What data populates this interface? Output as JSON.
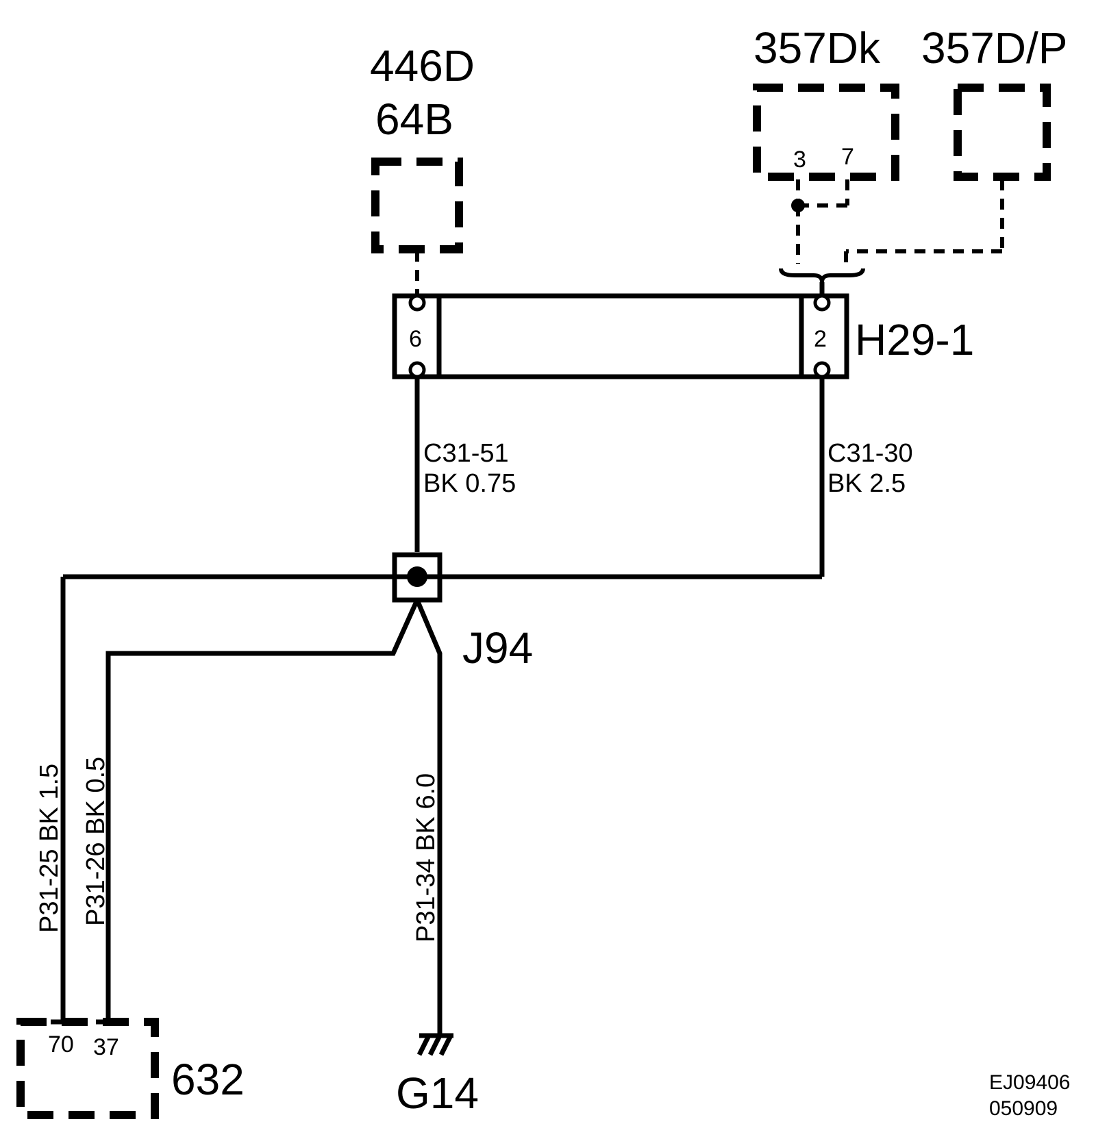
{
  "components": {
    "c446": {
      "line1": "446D",
      "line2": "64B"
    },
    "c357dk": {
      "label": "357Dk",
      "pin_a": "3",
      "pin_b": "7"
    },
    "c357dp": {
      "label": "357D/P"
    },
    "h29": {
      "label": "H29-1",
      "pin_left": "6",
      "pin_right": "2"
    },
    "j94": {
      "label": "J94"
    },
    "c632": {
      "label": "632",
      "pin_a": "70",
      "pin_b": "37"
    },
    "g14": {
      "label": "G14"
    }
  },
  "wires": {
    "left_circuit": "C31-51",
    "left_spec": "BK 0.75",
    "right_circuit": "C31-30",
    "right_spec": "BK 2.5",
    "p3125": "P31-25  BK  1.5",
    "p3126": "P31-26  BK  0.5",
    "p3134": "P31-34  BK  6.0"
  },
  "reference": {
    "code": "EJ09406",
    "date": "050909"
  }
}
